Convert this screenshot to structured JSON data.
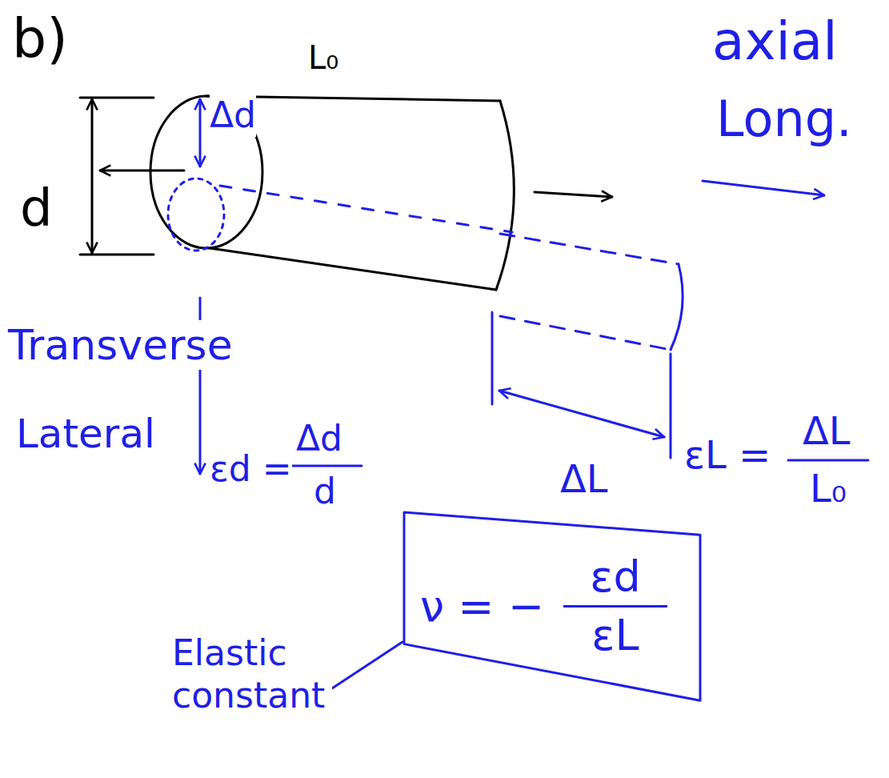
{
  "diagram": {
    "nodes": [
      {
        "text": [
          "ν = −",
          "εd",
          "εL"
        ]
      }
    ],
    "labels": [
      "b)",
      "L₀",
      "d",
      "Δd",
      "axial",
      "Long.",
      "Transverse",
      "Lateral",
      "εd =",
      "Δd",
      "d",
      "ΔL",
      "εL =",
      "ΔL",
      "L₀",
      "Elastic constant"
    ]
  }
}
